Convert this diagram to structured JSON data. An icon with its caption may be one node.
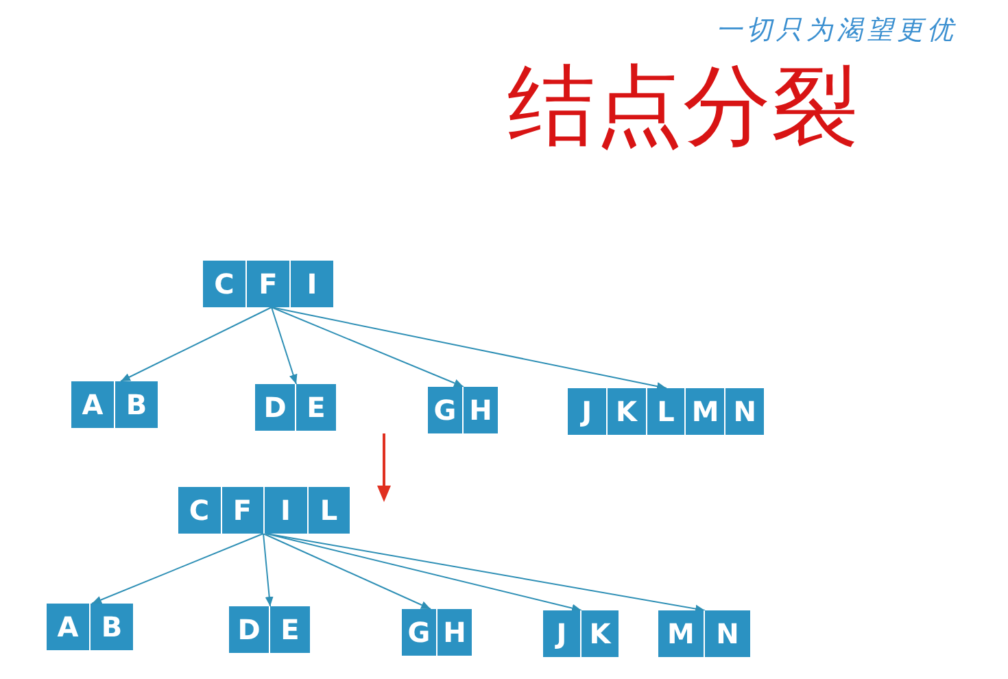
{
  "diagram": {
    "title": "结点分裂",
    "nodes": [
      {
        "text": [
          "C",
          "F",
          "I"
        ]
      },
      {
        "text": [
          "A",
          "B"
        ]
      },
      {
        "text": [
          "D",
          "E"
        ]
      },
      {
        "text": [
          "G",
          "H"
        ]
      },
      {
        "text": [
          "J",
          "K",
          "L",
          "M",
          "N"
        ]
      },
      {
        "text": [
          "C",
          "F",
          "I",
          "L"
        ]
      },
      {
        "text": [
          "A",
          "B"
        ]
      },
      {
        "text": [
          "D",
          "E"
        ]
      },
      {
        "text": [
          "G",
          "H"
        ]
      },
      {
        "text": [
          "J",
          "K"
        ]
      },
      {
        "text": [
          "M",
          "N"
        ]
      }
    ],
    "edges": [
      {
        "from": 0,
        "to": 1,
        "arrow": "to"
      },
      {
        "from": 0,
        "to": 2,
        "arrow": "to"
      },
      {
        "from": 0,
        "to": 3,
        "arrow": "to"
      },
      {
        "from": 0,
        "to": 4,
        "arrow": "to"
      },
      {
        "from": 5,
        "to": 6,
        "arrow": "to"
      },
      {
        "from": 5,
        "to": 7,
        "arrow": "to"
      },
      {
        "from": 5,
        "to": 8,
        "arrow": "to"
      },
      {
        "from": 5,
        "to": 9,
        "arrow": "to"
      },
      {
        "from": 5,
        "to": 10,
        "arrow": "to"
      }
    ],
    "labels": [
      "一切只为渴望更优"
    ]
  }
}
